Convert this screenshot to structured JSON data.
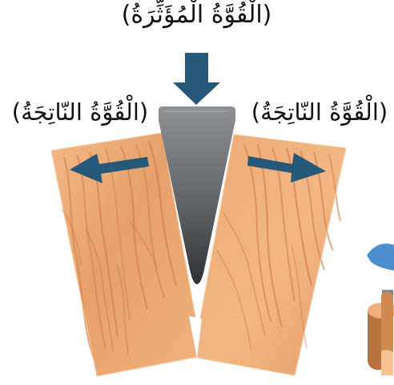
{
  "labels": {
    "applied_force": "(الْقُوَّةُ الْمُؤَثِّرَةُ)",
    "resultant_force_left": "(الْقُوَّةُ النّاتِجَةُ)",
    "resultant_force_right": "(الْقُوَّةُ النّاتِجَةُ)"
  },
  "colors": {
    "arrow": "#265879",
    "wood_light": "#efb07b",
    "wood_grain": "#cf7e48",
    "wedge_top": "#8d9194",
    "wedge_bottom": "#323538"
  }
}
